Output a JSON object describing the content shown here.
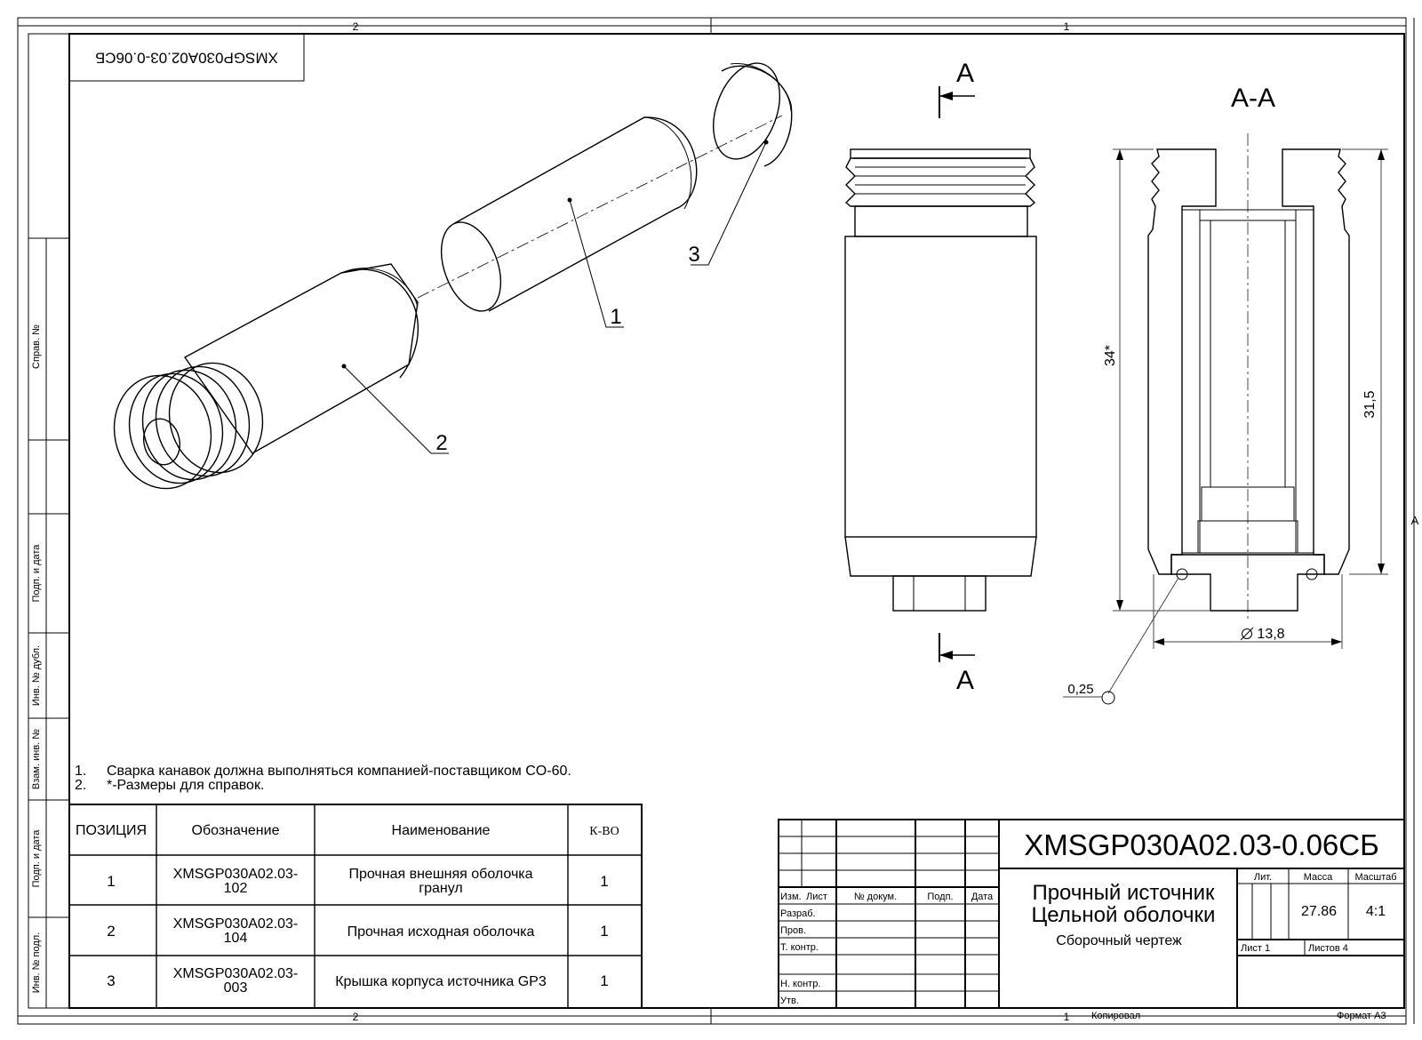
{
  "zones": {
    "top_left": "2",
    "top_right": "1",
    "bottom_left": "2",
    "bottom_right": "1",
    "right_mark": "A"
  },
  "stamp_top": "XMSGP030A02.03-0.06СБ",
  "side_labels": [
    "Справ. №",
    "Подп. и дата",
    "Инв. № дубл.",
    "Взам. инв. №",
    "Подп. и дата",
    "Инв. № подл."
  ],
  "callouts": {
    "p1": "1",
    "p2": "2",
    "p3": "3"
  },
  "section": {
    "cut_top": "A",
    "cut_bottom": "A",
    "title": "А-А",
    "dim_34": "34*",
    "dim_315": "31,5",
    "dim_138": "13,8",
    "dim_025": "0,25"
  },
  "notes": [
    {
      "num": "1.",
      "text": "Сварка канавок должна выполняться компанией-поставщиком CO-60."
    },
    {
      "num": "2.",
      "text": "*-Размеры для справок."
    }
  ],
  "bom": {
    "headers": {
      "pos": "ПОЗИЦИЯ",
      "des": "Обозначение",
      "name": "Наименование",
      "qty": "К-ВО"
    },
    "rows": [
      {
        "pos": "1",
        "des1": "XMSGP030A02.03-",
        "des2": "102",
        "name1": "Прочная внешняя оболочка",
        "name2": "гранул",
        "qty": "1"
      },
      {
        "pos": "2",
        "des1": "XMSGP030A02.03-",
        "des2": "104",
        "name1": "Прочная исходная оболочка",
        "name2": "",
        "qty": "1"
      },
      {
        "pos": "3",
        "des1": "XMSGP030A02.03-",
        "des2": "003",
        "name1": "Крышка корпуса источника GP3",
        "name2": "",
        "qty": "1"
      }
    ]
  },
  "title_block": {
    "designation": "XMSGP030A02.03-0.06СБ",
    "name_line1": "Прочный источник",
    "name_line2": "Цельной оболочки",
    "doc_type": "Сборочный чертеж",
    "col_izm": "Изм.",
    "col_list": "Лист",
    "col_docnum": "№ докум.",
    "col_podp": "Подп.",
    "col_data": "Дата",
    "row_razrab": "Разраб.",
    "row_prov": "Пров.",
    "row_tkontr": "Т. контр.",
    "row_nkontr": "Н. контр.",
    "row_utv": "Утв.",
    "lit": "Лит.",
    "massa": "Масса",
    "masshtab": "Масштаб",
    "mass_value": "27.86",
    "scale_value": "4:1",
    "sheet": "Лист 1",
    "sheets": "Листов 4"
  },
  "footer": {
    "copied": "Копировал",
    "format": "Формат А3"
  }
}
